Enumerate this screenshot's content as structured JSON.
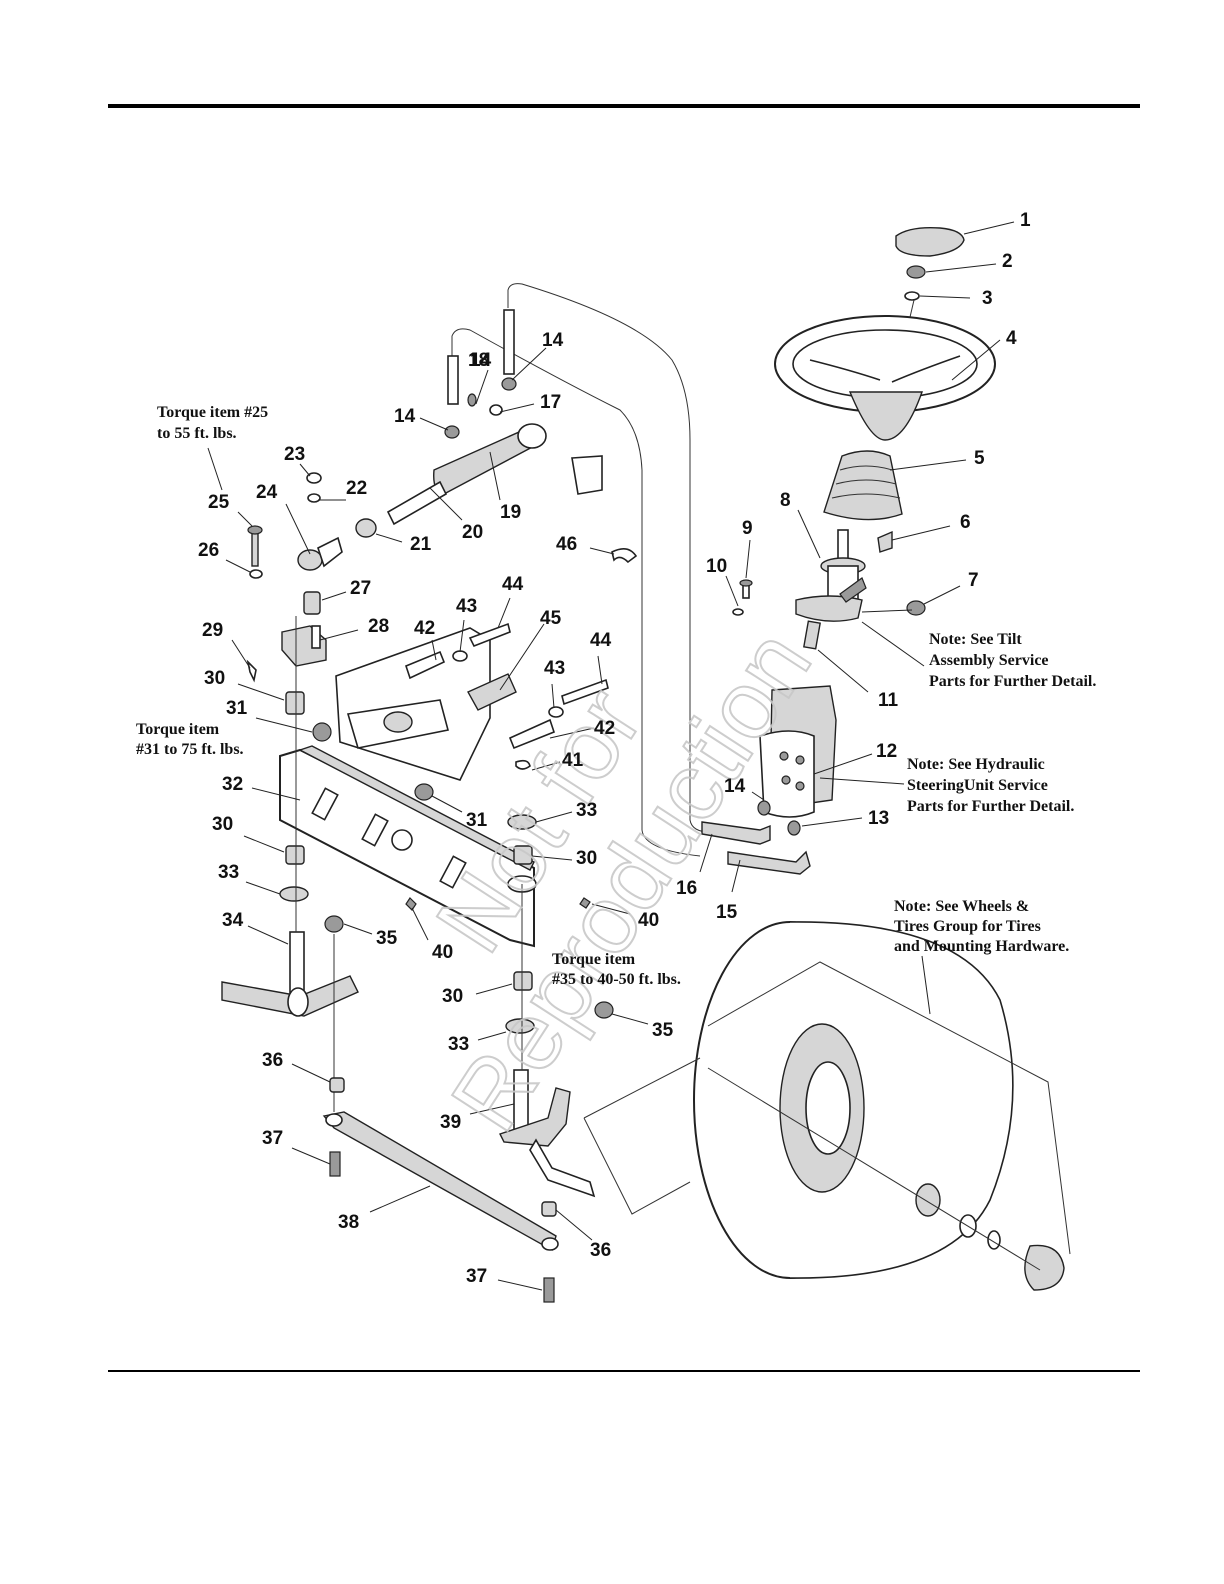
{
  "callouts": [
    "1",
    "2",
    "3",
    "4",
    "5",
    "6",
    "7",
    "8",
    "9",
    "10",
    "11",
    "12",
    "13",
    "14",
    "14",
    "14",
    "14",
    "15",
    "16",
    "17",
    "18",
    "19",
    "20",
    "21",
    "22",
    "23",
    "24",
    "25",
    "26",
    "27",
    "28",
    "29",
    "30",
    "30",
    "30",
    "30",
    "31",
    "31",
    "32",
    "33",
    "33",
    "33",
    "34",
    "35",
    "35",
    "36",
    "36",
    "37",
    "37",
    "38",
    "39",
    "40",
    "40",
    "41",
    "42",
    "42",
    "43",
    "43",
    "44",
    "44",
    "45",
    "46"
  ],
  "notes": {
    "torque_25": [
      "Torque item #25",
      "to 55 ft. lbs."
    ],
    "torque_31": [
      "Torque item",
      "#31 to 75 ft. lbs."
    ],
    "torque_35": [
      "Torque item",
      "#35 to 40-50 ft. lbs."
    ],
    "tilt": [
      "Note: See Tilt",
      "Assembly Service",
      "Parts for Further Detail."
    ],
    "hydraulic": [
      "Note: See Hydraulic",
      "SteeringUnit Service",
      "Parts for Further Detail."
    ],
    "wheels": [
      "Note: See Wheels &",
      "Tires Group for Tires",
      "and Mounting Hardware."
    ]
  },
  "watermark": [
    "Not for",
    "Reproduction"
  ]
}
